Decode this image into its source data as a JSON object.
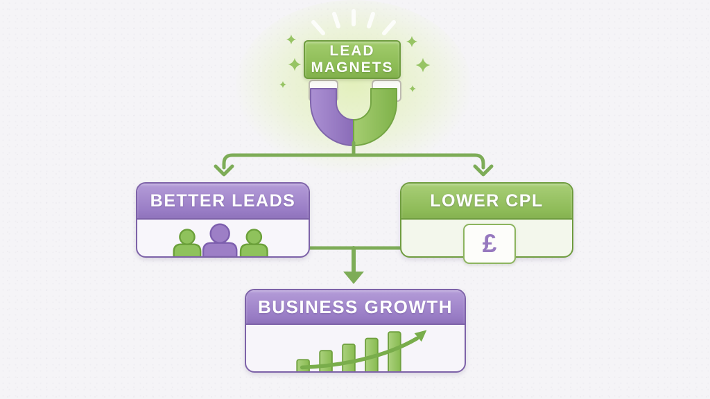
{
  "colors": {
    "background": "#f5f4f7",
    "green": "#8cba5a",
    "green_light": "#a8cf78",
    "green_dark": "#6f9c3f",
    "green_connector": "#7dac57",
    "purple": "#9c80c5",
    "purple_light": "#b29ad6",
    "purple_dark": "#7d62a8",
    "body_purple_tint": "#f8f6fb",
    "body_green_tint": "#f3f7ec",
    "glow": "#e6f2c6",
    "text_white": "#ffffff"
  },
  "diagram": {
    "root": {
      "label": "LEAD MAGNETS",
      "lines": [
        "LEAD",
        "MAGNETS"
      ],
      "icon": "magnet-icon"
    },
    "nodes": {
      "better_leads": {
        "label": "BETTER LEADS",
        "icon": "people-icon"
      },
      "lower_cpl": {
        "label": "LOWER CPL",
        "icon": "pound-icon",
        "currency_symbol": "£"
      },
      "business_growth": {
        "label": "BUSINESS GROWTH",
        "icon": "growth-chart-icon",
        "bars": [
          18,
          32,
          42,
          51,
          61
        ]
      }
    },
    "edges": [
      {
        "from": "lead_magnets",
        "to": "better_leads"
      },
      {
        "from": "lead_magnets",
        "to": "lower_cpl"
      },
      {
        "from": "better_leads",
        "to": "business_growth"
      },
      {
        "from": "lower_cpl",
        "to": "business_growth"
      }
    ]
  }
}
